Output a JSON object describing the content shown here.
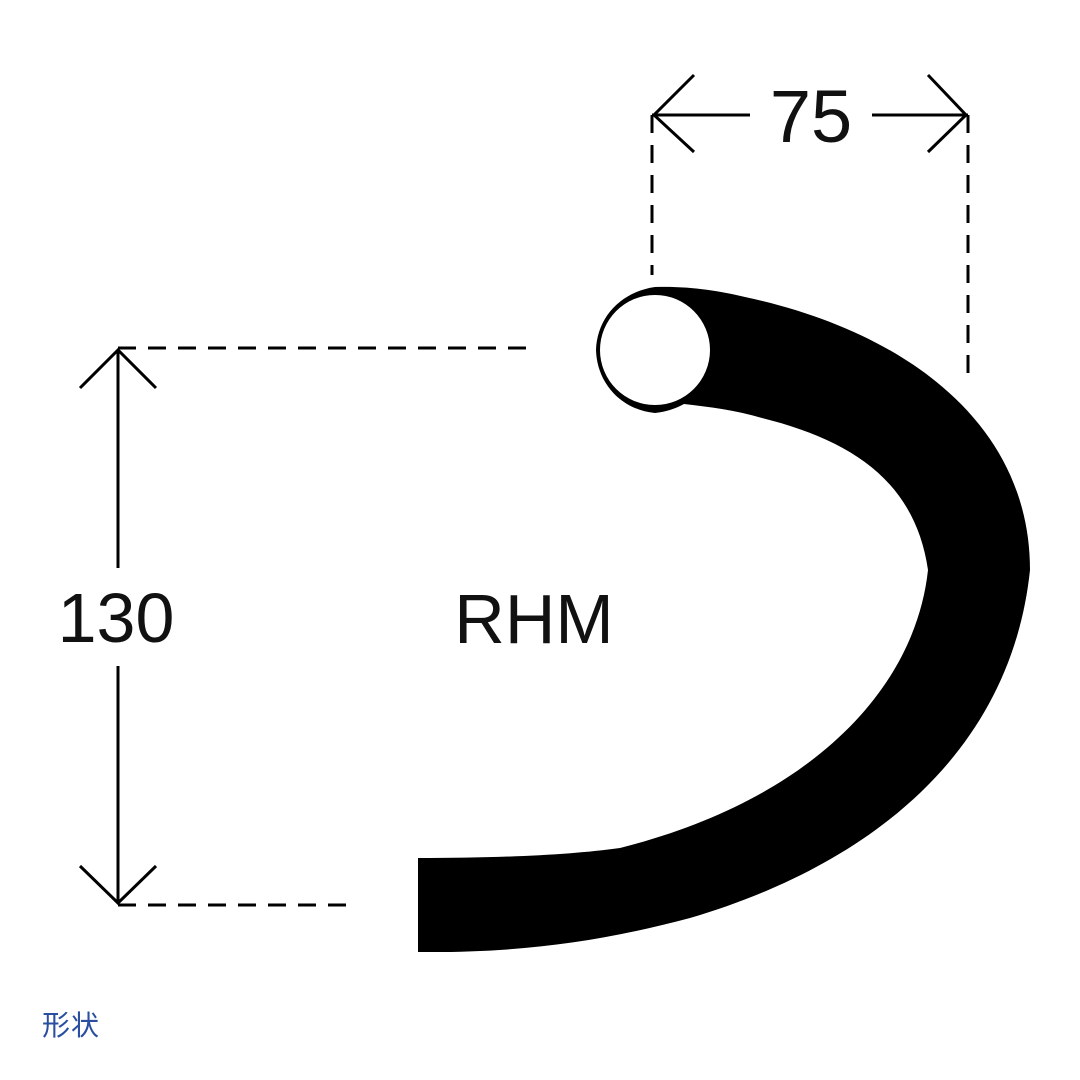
{
  "diagram": {
    "reach_label": "75",
    "drop_label": "130",
    "shape_label": "RHM"
  },
  "caption": "形状",
  "colors": {
    "ink": "#000000",
    "caption": "#2a4fa0"
  }
}
